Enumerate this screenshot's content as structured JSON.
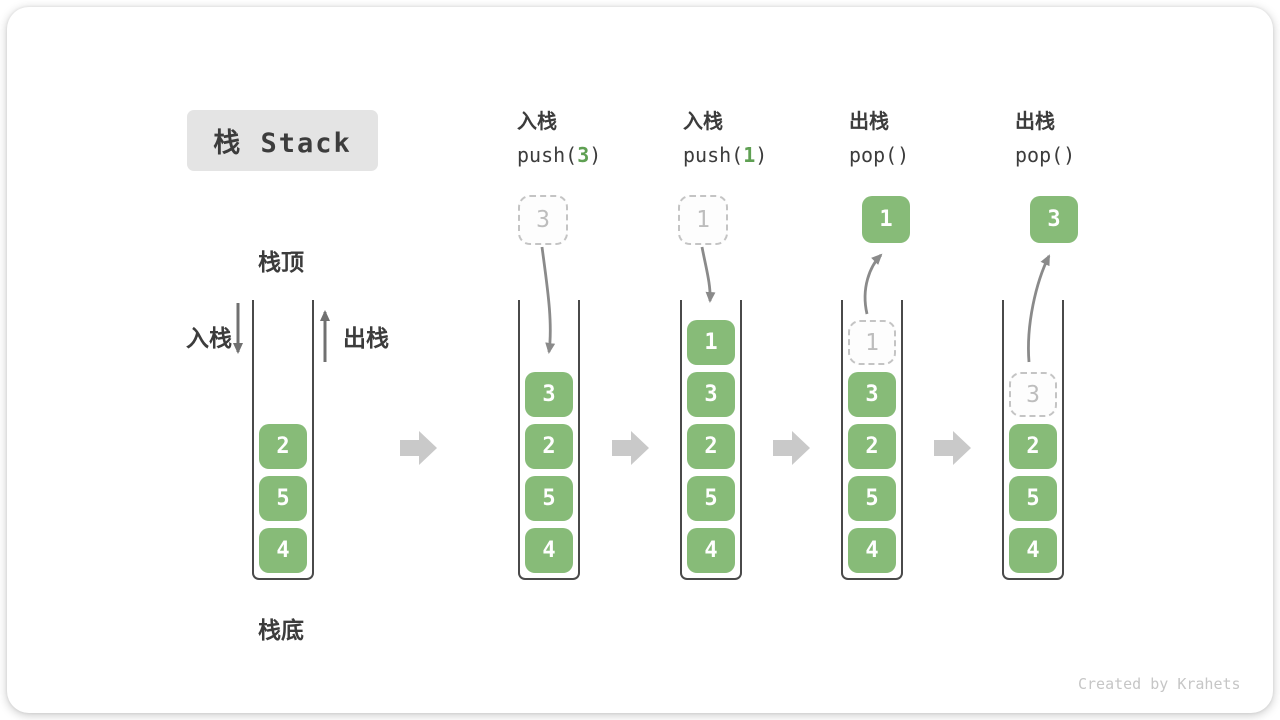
{
  "title": "栈 Stack",
  "side_labels": {
    "top": "栈顶",
    "bottom": "栈底",
    "push": "入栈",
    "pop": "出栈"
  },
  "watermark": "Created by Krahets",
  "columns": [
    {
      "id": "initial",
      "items": [
        {
          "value": "2",
          "variant": "solid"
        },
        {
          "value": "5",
          "variant": "solid"
        },
        {
          "value": "4",
          "variant": "solid"
        }
      ]
    },
    {
      "id": "push-3",
      "op": {
        "line1": "入栈",
        "code_pre": "push(",
        "code_arg": "3",
        "code_post": ")"
      },
      "floating": {
        "value": "3",
        "variant": "dashed"
      },
      "items": [
        {
          "value": "3",
          "variant": "solid"
        },
        {
          "value": "2",
          "variant": "solid"
        },
        {
          "value": "5",
          "variant": "solid"
        },
        {
          "value": "4",
          "variant": "solid"
        }
      ]
    },
    {
      "id": "push-1",
      "op": {
        "line1": "入栈",
        "code_pre": "push(",
        "code_arg": "1",
        "code_post": ")"
      },
      "floating": {
        "value": "1",
        "variant": "dashed"
      },
      "items": [
        {
          "value": "1",
          "variant": "solid"
        },
        {
          "value": "3",
          "variant": "solid"
        },
        {
          "value": "2",
          "variant": "solid"
        },
        {
          "value": "5",
          "variant": "solid"
        },
        {
          "value": "4",
          "variant": "solid"
        }
      ]
    },
    {
      "id": "pop-1",
      "op": {
        "line1": "出栈",
        "code_pre": "pop(",
        "code_arg": "",
        "code_post": ")"
      },
      "floating": {
        "value": "1",
        "variant": "solid"
      },
      "items": [
        {
          "value": "1",
          "variant": "dashed"
        },
        {
          "value": "3",
          "variant": "solid"
        },
        {
          "value": "2",
          "variant": "solid"
        },
        {
          "value": "5",
          "variant": "solid"
        },
        {
          "value": "4",
          "variant": "solid"
        }
      ]
    },
    {
      "id": "pop-2",
      "op": {
        "line1": "出栈",
        "code_pre": "pop(",
        "code_arg": "",
        "code_post": ")"
      },
      "floating": {
        "value": "3",
        "variant": "solid"
      },
      "items": [
        {
          "value": "3",
          "variant": "dashed"
        },
        {
          "value": "2",
          "variant": "solid"
        },
        {
          "value": "5",
          "variant": "solid"
        },
        {
          "value": "4",
          "variant": "solid"
        }
      ]
    }
  ],
  "colors": {
    "box_green": "#87BB78",
    "code_arg_green": "#5FA053",
    "title_bg": "#E4E4E4",
    "text_dark": "#3C3C3C",
    "dashed_gray": "#C4C4C4",
    "arrow_gray": "#8A8A8A",
    "step_arrow_gray": "#C9C9C9",
    "watermark_gray": "#C6C6C6",
    "wall_dark": "#4A4A4A"
  }
}
